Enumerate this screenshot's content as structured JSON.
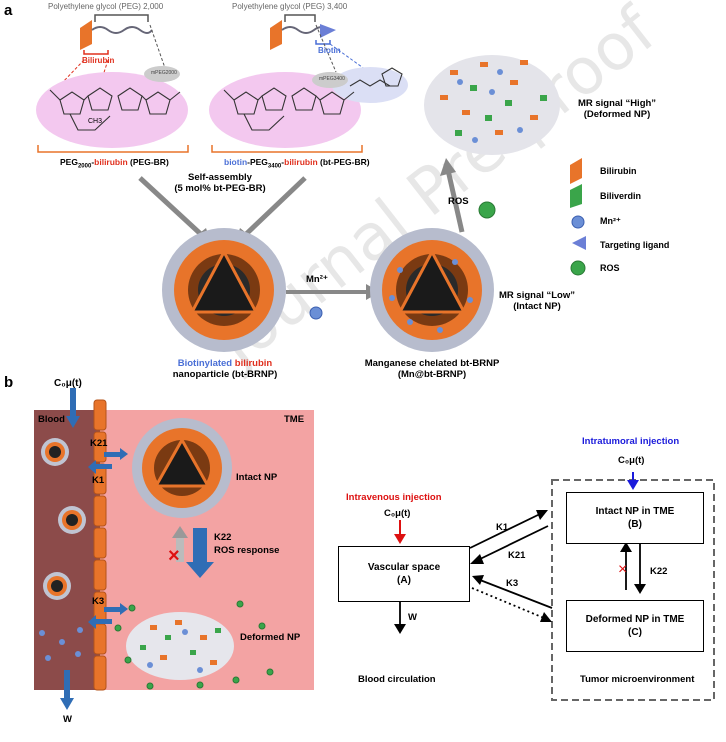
{
  "panel_a": {
    "letter": "a",
    "peg2000_title": "Polyethylene glycol (PEG) 2,000",
    "peg3400_title": "Polyethylene glycol (PEG) 3,400",
    "bilirubin_tag": "Bilirubin",
    "biotin_tag": "Biotin",
    "mpeg2000": "mPEG2000",
    "mpeg3400": "mPEG3400",
    "ch3": "CH3",
    "peg_br_prefix": "PEG",
    "peg_br_sub": "2000",
    "peg_br_dash": "-",
    "peg_br_bili": "bilirubin",
    "peg_br_suffix": " (PEG-BR)",
    "bt_biotin": "biotin",
    "bt_peg": "-PEG",
    "bt_sub": "3400",
    "bt_dash": "-",
    "bt_bili": "bilirubin",
    "bt_suffix": " (bt-PEG-BR)",
    "self_assembly_1": "Self-assembly",
    "self_assembly_2": "(5 mol% bt-PEG-BR)",
    "mn_arrow": "Mn²⁺",
    "np1_biotinylated": "Biotinylated",
    "np1_bilirubin": " bilirubin",
    "np1_line2": "nanoparticle (bt-BRNP)",
    "np2_line1": "Manganese chelated bt-BRNP",
    "np2_line2": "(Mn@bt-BRNP)",
    "mr_low_1": "MR signal “Low”",
    "mr_low_2": "(Intact NP)",
    "mr_high_1": "MR signal “High”",
    "mr_high_2": "(Deformed NP)",
    "ros_arrow": "ROS",
    "legend": [
      {
        "label": "Bilirubin",
        "icon": "bilirubin-icon"
      },
      {
        "label": "Biliverdin",
        "icon": "biliverdin-icon"
      },
      {
        "label": "Mn²⁺",
        "icon": "mn-ion-icon"
      },
      {
        "label": "Targeting ligand",
        "icon": "ligand-icon"
      },
      {
        "label": "ROS",
        "icon": "ros-icon"
      }
    ]
  },
  "panel_b": {
    "letter": "b",
    "c0_top": "C₀μ(t)",
    "blood": "Blood",
    "tme": "TME",
    "k21": "K21",
    "k1": "K1",
    "k3": "K3",
    "w": "W",
    "intact_np": "Intact NP",
    "k22": "K22",
    "ros_response": "ROS response",
    "deformed_np": "Deformed NP"
  },
  "scheme": {
    "intratumoral": "Intratumoral injection",
    "c0_right": "C₀μ(t)",
    "intravenous": "Intravenous injection",
    "c0_left": "C₀μ(t)",
    "vascular_1": "Vascular space",
    "vascular_2": "(A)",
    "intact_1": "Intact NP in TME",
    "intact_2": "(B)",
    "deformed_1": "Deformed NP in TME",
    "deformed_2": "(C)",
    "k1": "K1",
    "k21": "K21",
    "k3": "K3",
    "k22": "K22",
    "w": "W",
    "blood_circ": "Blood circulation",
    "tumor_micro": "Tumor microenvironment"
  },
  "watermark": "Journal Pre-proof",
  "colors": {
    "orange": "#e8742a",
    "red_text": "#e0301e",
    "blue_text": "#4a6fd6",
    "pink_blob": "#f3c8ef",
    "blood_bg": "#8c4b4a",
    "tme_bg": "#f3a3a3",
    "arrow_blue": "#2f6db5",
    "green": "#3aa54a"
  }
}
